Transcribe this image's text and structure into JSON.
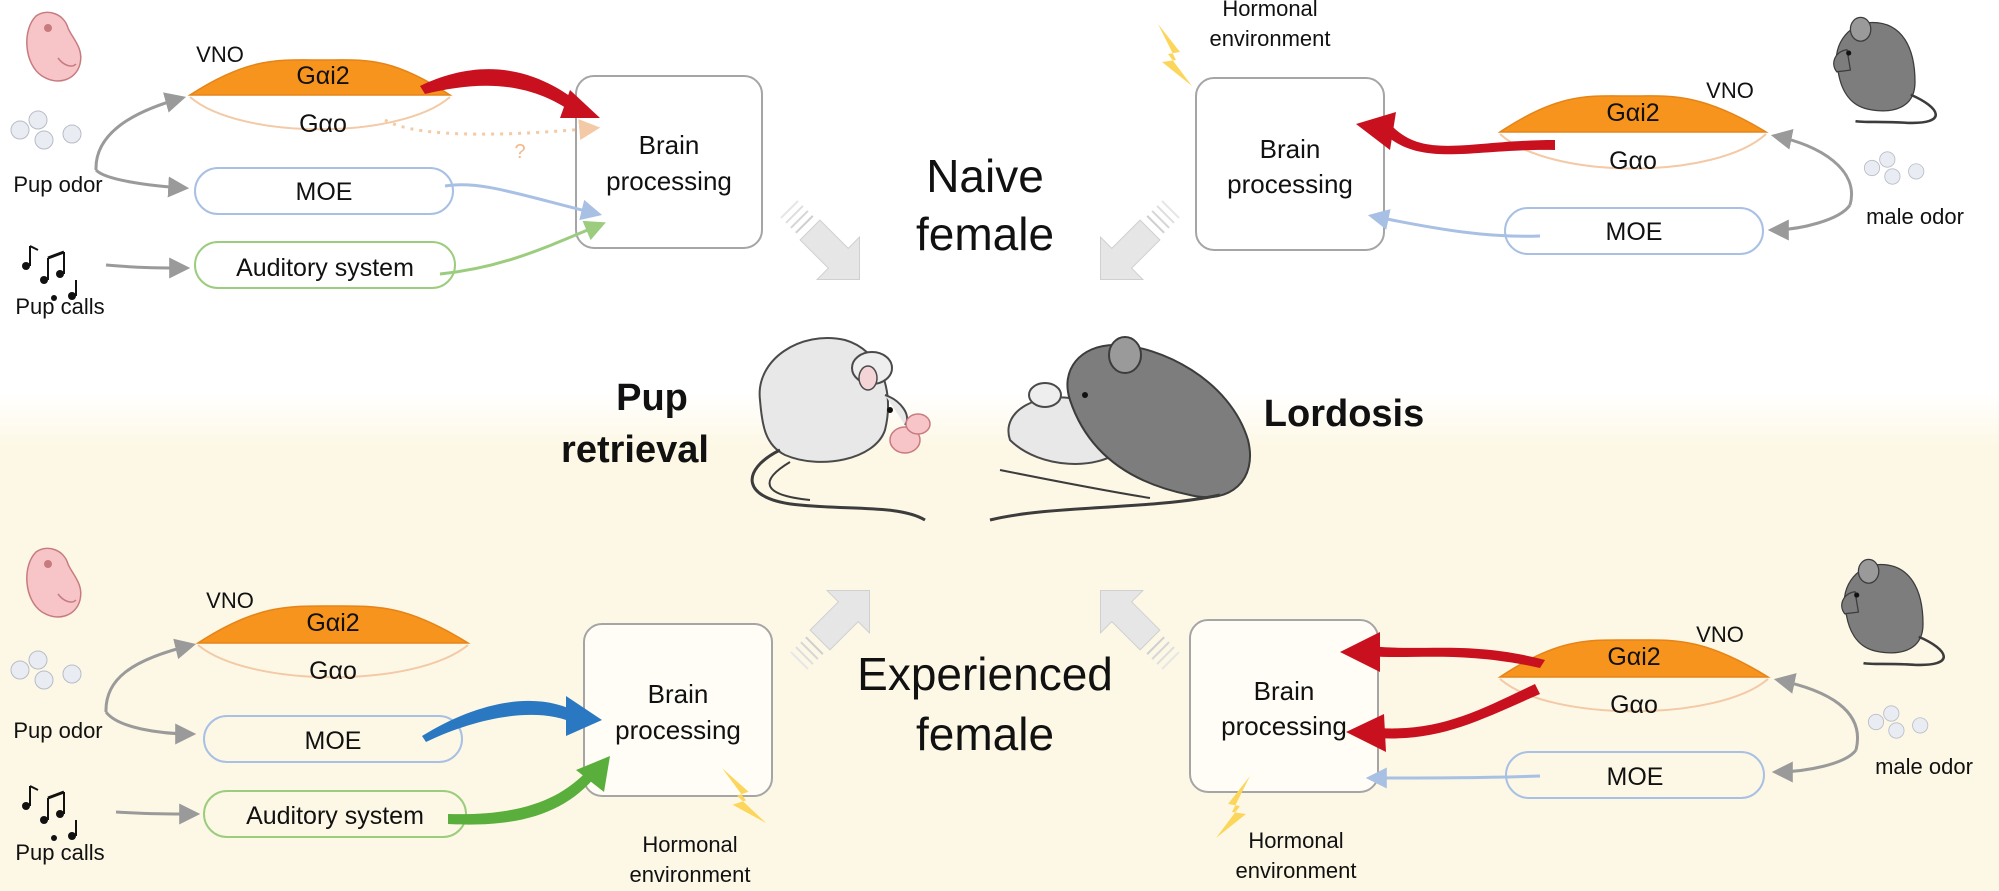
{
  "colors": {
    "background_top": "#ffffff",
    "background_bottom": "#fdf8e6",
    "gai2_fill": "#f7941d",
    "gao_stroke": "#f3c9a6",
    "moe_stroke": "#a8c0e4",
    "auditory_stroke": "#9ccc7e",
    "red_arrow": "#c8101e",
    "blue_arrow": "#2b78c2",
    "green_arrow": "#5aae3c",
    "gray_arrow": "#9a9a9a",
    "lightning": "#fcd65b",
    "box_stroke": "#a5a5a5"
  },
  "icons": [
    "pup-icon",
    "odor-spheres-icon",
    "music-notes-icon",
    "adult-male-mouse-icon",
    "female-mouse-with-pups-icon",
    "mating-mice-icon",
    "lightning-icon",
    "block-arrow-icon"
  ],
  "center": {
    "naive_line1": "Naive",
    "naive_line2": "female",
    "experienced_line1": "Experienced",
    "experienced_line2": "female",
    "pup_retrieval_line1": "Pup",
    "pup_retrieval_line2": "retrieval",
    "lordosis": "Lordosis"
  },
  "naive_pup": {
    "vno": "VNO",
    "gai2": "Gαi2",
    "gao": "Gαo",
    "moe": "MOE",
    "auditory": "Auditory system",
    "brain_line1": "Brain",
    "brain_line2": "processing",
    "pup_odor": "Pup odor",
    "pup_calls": "Pup calls",
    "question": "?"
  },
  "naive_male": {
    "hormonal_line1": "Hormonal",
    "hormonal_line2": "environment",
    "vno": "VNO",
    "gai2": "Gαi2",
    "gao": "Gαo",
    "moe": "MOE",
    "brain_line1": "Brain",
    "brain_line2": "processing",
    "male_odor": "male odor"
  },
  "exp_pup": {
    "vno": "VNO",
    "gai2": "Gαi2",
    "gao": "Gαo",
    "moe": "MOE",
    "auditory": "Auditory system",
    "brain_line1": "Brain",
    "brain_line2": "processing",
    "pup_odor": "Pup odor",
    "pup_calls": "Pup calls",
    "hormonal_line1": "Hormonal",
    "hormonal_line2": "environment"
  },
  "exp_male": {
    "vno": "VNO",
    "gai2": "Gαi2",
    "gao": "Gαo",
    "moe": "MOE",
    "brain_line1": "Brain",
    "brain_line2": "processing",
    "male_odor": "male odor",
    "hormonal_line1": "Hormonal",
    "hormonal_line2": "environment"
  }
}
